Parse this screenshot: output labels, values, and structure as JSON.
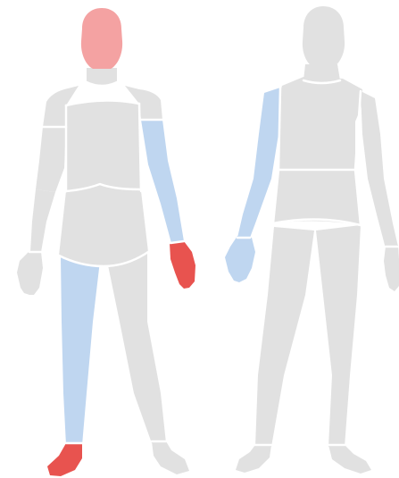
{
  "colors": {
    "background": "#ffffff",
    "base": "#e1e1e1",
    "seam": "#ffffff",
    "highlight_light_red": "#f4a2a2",
    "highlight_strong_red": "#e8534f",
    "highlight_blue": "#bfd6f0"
  },
  "figures": [
    {
      "view": "front",
      "regions": [
        {
          "part": "head",
          "state": "light-red"
        },
        {
          "part": "neck",
          "state": "none"
        },
        {
          "part": "shoulder-right",
          "state": "none"
        },
        {
          "part": "shoulder-left",
          "state": "none"
        },
        {
          "part": "chest",
          "state": "none"
        },
        {
          "part": "abdomen",
          "state": "none"
        },
        {
          "part": "upper-arm-right",
          "state": "none"
        },
        {
          "part": "forearm-right",
          "state": "none"
        },
        {
          "part": "hand-right",
          "state": "none"
        },
        {
          "part": "arm-left",
          "state": "blue"
        },
        {
          "part": "hand-left",
          "state": "strong-red"
        },
        {
          "part": "leg-right",
          "state": "blue"
        },
        {
          "part": "foot-right",
          "state": "strong-red"
        },
        {
          "part": "leg-left",
          "state": "none"
        },
        {
          "part": "foot-left",
          "state": "none"
        }
      ]
    },
    {
      "view": "back",
      "regions": [
        {
          "part": "head",
          "state": "none"
        },
        {
          "part": "neck",
          "state": "none"
        },
        {
          "part": "upper-back",
          "state": "none"
        },
        {
          "part": "lower-back",
          "state": "none"
        },
        {
          "part": "buttocks",
          "state": "none"
        },
        {
          "part": "arm-left",
          "state": "blue"
        },
        {
          "part": "hand-left",
          "state": "blue"
        },
        {
          "part": "arm-right",
          "state": "none"
        },
        {
          "part": "hand-right",
          "state": "none"
        },
        {
          "part": "leg-left",
          "state": "none"
        },
        {
          "part": "foot-left",
          "state": "none"
        },
        {
          "part": "leg-right",
          "state": "none"
        },
        {
          "part": "foot-right",
          "state": "none"
        }
      ]
    }
  ]
}
